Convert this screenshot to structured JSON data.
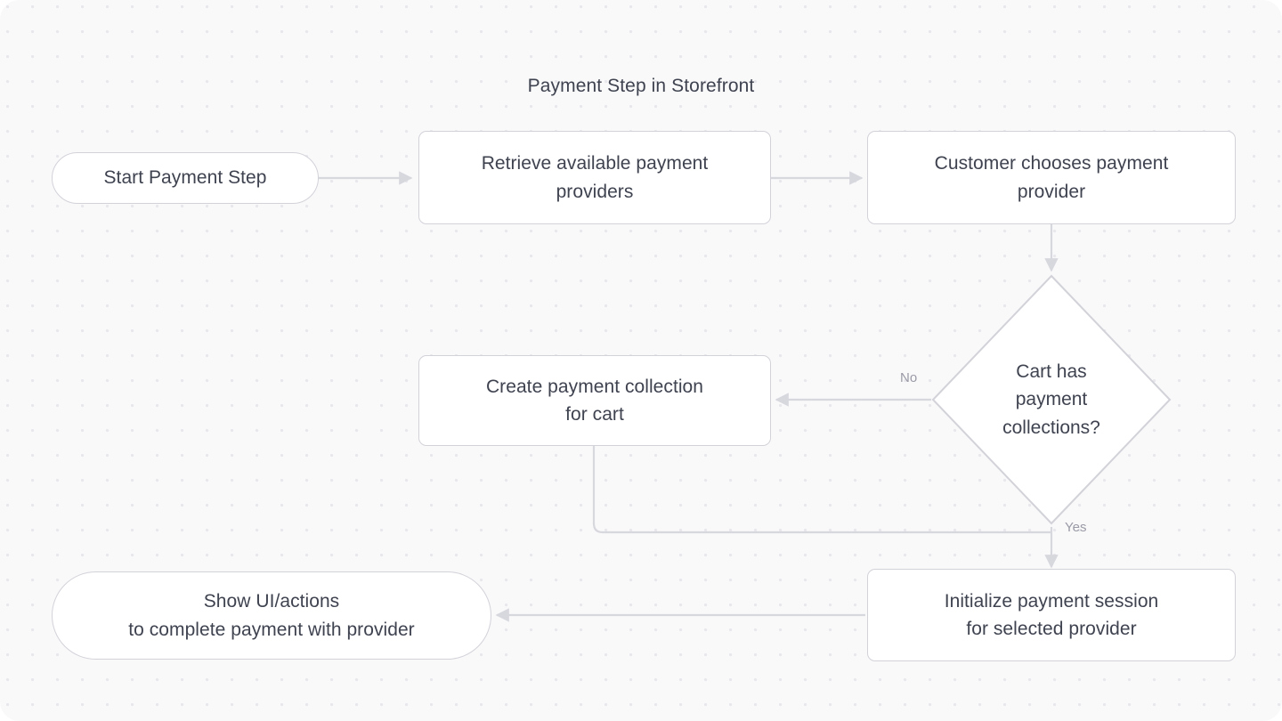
{
  "diagram": {
    "title": "Payment Step in Storefront",
    "type": "flowchart",
    "colors": {
      "canvas_bg": "#f9f9fa",
      "dot_grid": "#e7e7ec",
      "node_fill": "#ffffff",
      "node_border": "#d2d2d9",
      "text": "#3f4350",
      "edge": "#d7d7de",
      "edge_label_text": "#9a9aa6"
    },
    "nodes": [
      {
        "id": "start",
        "shape": "stadium",
        "label": "Start Payment Step"
      },
      {
        "id": "retrieve",
        "shape": "rect",
        "label": "Retrieve available payment\nproviders"
      },
      {
        "id": "choose",
        "shape": "rect",
        "label": "Customer chooses payment\nprovider"
      },
      {
        "id": "decision",
        "shape": "diamond",
        "label": "Cart has\npayment\ncollections?"
      },
      {
        "id": "create",
        "shape": "rect",
        "label": "Create payment collection\nfor cart"
      },
      {
        "id": "initialize",
        "shape": "rect",
        "label": "Initialize payment session\nfor selected provider"
      },
      {
        "id": "show",
        "shape": "stadium",
        "label": "Show UI/actions\nto complete payment with provider"
      }
    ],
    "edges": [
      {
        "from": "start",
        "to": "retrieve",
        "label": ""
      },
      {
        "from": "retrieve",
        "to": "choose",
        "label": ""
      },
      {
        "from": "choose",
        "to": "decision",
        "label": ""
      },
      {
        "from": "decision",
        "to": "create",
        "label": "No"
      },
      {
        "from": "decision",
        "to": "initialize",
        "label": "Yes"
      },
      {
        "from": "create",
        "to": "initialize",
        "label": ""
      },
      {
        "from": "initialize",
        "to": "show",
        "label": ""
      }
    ],
    "edge_labels": {
      "no": "No",
      "yes": "Yes"
    }
  }
}
